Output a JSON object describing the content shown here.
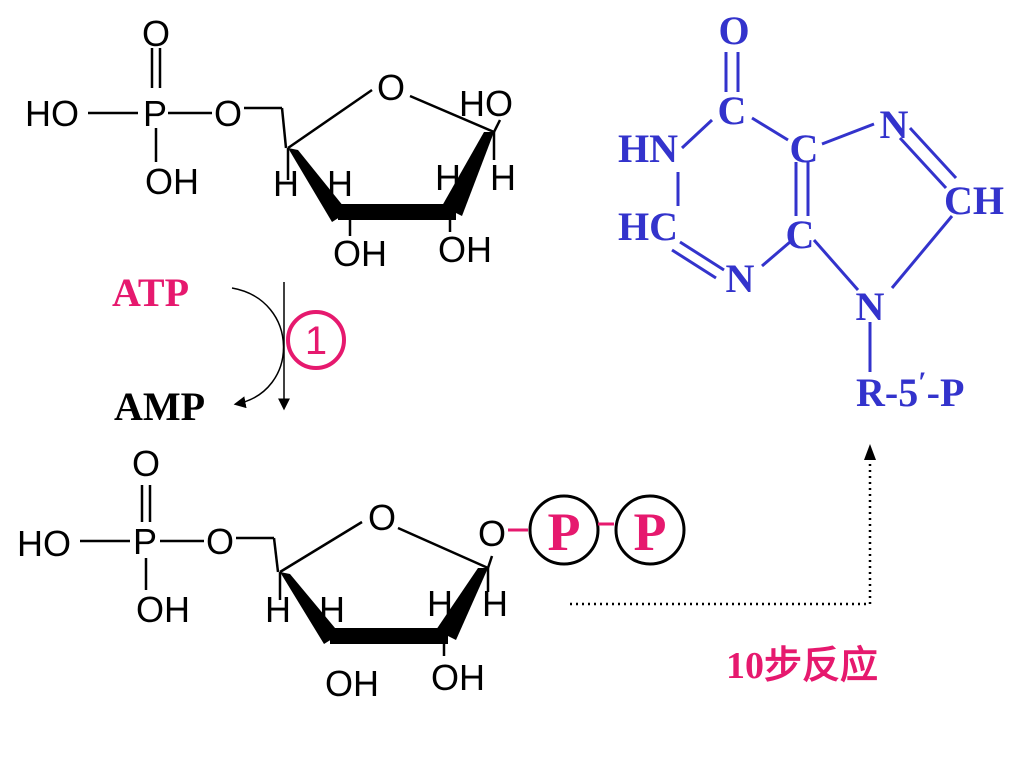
{
  "colors": {
    "black": "#000000",
    "magenta": "#e6196e",
    "blue": "#3333cc"
  },
  "ribose5p": {
    "o_double": "O",
    "ho": "HO",
    "p": "P",
    "o_ester": "O",
    "oh_phosphate": "OH",
    "ring_o": "O",
    "ho_c1": "HO",
    "h_c4": "H",
    "h_c3": "H",
    "h_c2": "H",
    "h_c1": "H",
    "oh_c3": "OH",
    "oh_c2": "OH"
  },
  "reaction": {
    "atp": "ATP",
    "amp": "AMP",
    "step_number": "1"
  },
  "prpp": {
    "o_double": "O",
    "ho": "HO",
    "p": "P",
    "o_ester": "O",
    "oh_phosphate": "OH",
    "ring_o": "O",
    "o_c1": "O",
    "pp1": "P",
    "pp2": "P",
    "h_c4": "H",
    "h_c3": "H",
    "h_c2": "H",
    "h_c1": "H",
    "oh_c3": "OH",
    "oh_c2": "OH"
  },
  "imp": {
    "o": "O",
    "c6": "C",
    "hn": "HN",
    "c5": "C",
    "n7": "N",
    "ch8": "CH",
    "hc2": "HC",
    "c4": "C",
    "n3": "N",
    "n9": "N",
    "r5p_main": "R-5",
    "r5p_prime": "′",
    "r5p_tail": "-P"
  },
  "steps_label": "10步反应"
}
